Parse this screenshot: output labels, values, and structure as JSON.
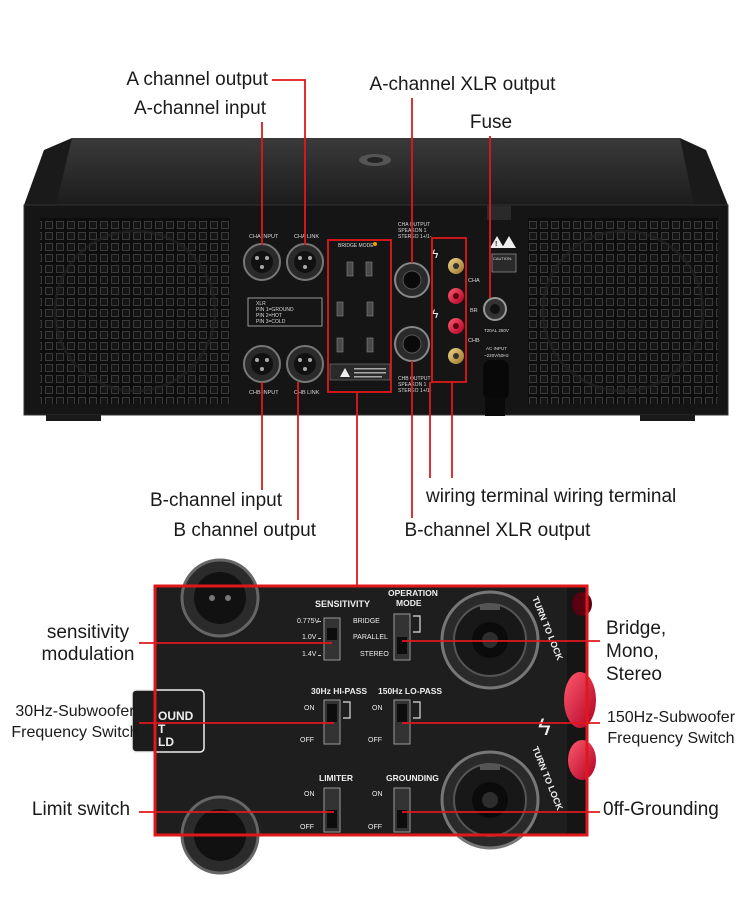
{
  "top_labels": {
    "a_channel_output": "A channel output",
    "a_channel_input": "A-channel input",
    "a_channel_xlr_output": "A-channel XLR output",
    "fuse": "Fuse",
    "b_channel_input": "B-channel input",
    "b_channel_output": "B channel output",
    "wiring_terminal": "wiring terminal wiring terminal",
    "b_channel_xlr_output": "B-channel XLR output"
  },
  "side_labels": {
    "sensitivity": "sensitivity\nmodulation",
    "subwoofer_30hz": "30Hz-Subwoofer\nFrequency Switch",
    "limit_switch": "Limit switch",
    "bridge_mode": "Bridge,\nMono,\nStereo",
    "subwoofer_150hz": "150Hz-Subwoofer\nFrequency Switch",
    "off_grounding": "0ff-Grounding"
  },
  "panel_text": {
    "cha_input": "CHA INPUT",
    "cha_link": "CHA LINK",
    "chb_input": "CHB INPUT",
    "chb_link": "CHB LINK",
    "bridge_mode": "BRIDGE MODE",
    "cha_output": "CHA OUTPUT",
    "speakon": "SPEAKON 1",
    "stereo": "STEREO 1+/1-",
    "chb_output": "CHB OUTPUT",
    "xlr_legend": [
      "XLR",
      "PIN 1=GROUND",
      "PIN 2=HOT",
      "PIN 3=COLD"
    ],
    "cha": "CHA",
    "br": "BR",
    "chb": "CHB",
    "caution": "CAUTION:",
    "fuse_rating": "T20AL 250V",
    "ac_input": "AC INPUT",
    "ac_spec": "~220V/50Hz"
  },
  "zoom_text": {
    "sensitivity": "SENSITIVITY",
    "operation_mode": "OPERATION\nMODE",
    "sens_options": [
      "0.775V",
      "1.0V",
      "1.4V"
    ],
    "mode_options": [
      "BRIDGE",
      "PARALLEL",
      "STEREO"
    ],
    "hi_pass": "30Hz HI-PASS",
    "lo_pass": "150Hz LO-PASS",
    "limiter": "LIMITER",
    "grounding": "GROUNDING",
    "on": "ON",
    "off": "OFF",
    "turn_to_lock": "TURN TO LOCK",
    "ground_box": "OUND\nT\nLD"
  },
  "colors": {
    "callout_red": "#e0181b",
    "chassis": "#141414",
    "lid": "#2e2e2e",
    "panel": "#1e1e1e",
    "terminal_red": "#d8123a",
    "terminal_gold": "#c8a04a"
  }
}
